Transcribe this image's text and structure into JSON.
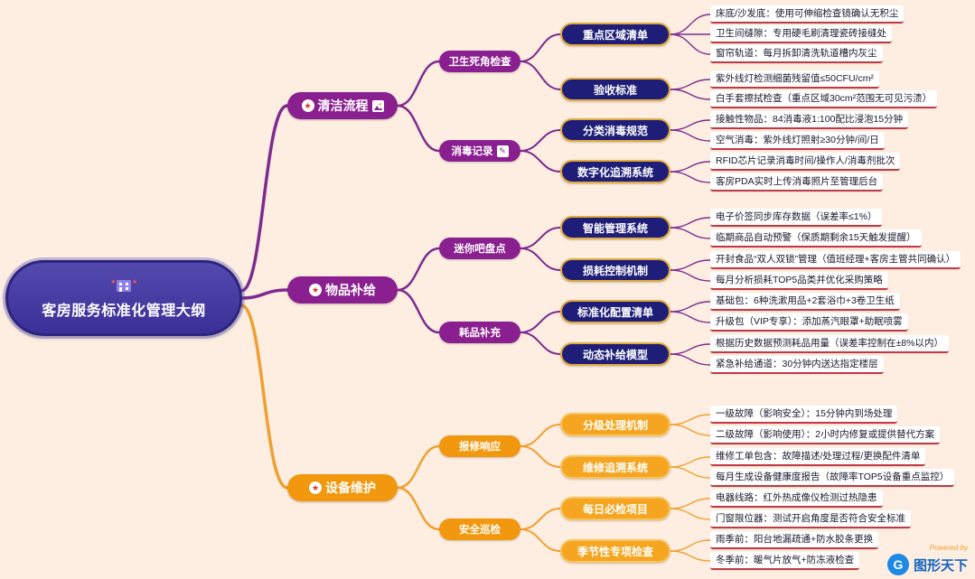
{
  "root": {
    "title": "客房服务标准化管理大纲"
  },
  "branches": [
    {
      "label": "清洁流程",
      "children": [
        {
          "label": "卫生死角检查",
          "children": [
            {
              "label": "重点区域清单",
              "leaves": [
                "床底/沙发底：使用可伸缩检查镜确认无积尘",
                "卫生间缝隙：专用硬毛刷清理瓷砖接缝处",
                "窗帘轨道：每月拆卸清洗轨道槽内灰尘"
              ]
            },
            {
              "label": "验收标准",
              "leaves": [
                "紫外线灯检测细菌残留值≤50CFU/cm²",
                "白手套擦拭检查（重点区域30cm²范围无可见污渍）"
              ]
            }
          ]
        },
        {
          "label": "消毒记录",
          "children": [
            {
              "label": "分类消毒规范",
              "leaves": [
                "接触性物品：84消毒液1:100配比浸泡15分钟",
                "空气消毒：紫外线灯照射≥30分钟/间/日"
              ]
            },
            {
              "label": "数字化追溯系统",
              "leaves": [
                "RFID芯片记录消毒时间/操作人/消毒剂批次",
                "客房PDA实时上传消毒照片至管理后台"
              ]
            }
          ]
        }
      ]
    },
    {
      "label": "物品补给",
      "children": [
        {
          "label": "迷你吧盘点",
          "children": [
            {
              "label": "智能管理系统",
              "leaves": [
                "电子价签同步库存数据（误差率≤1%）",
                "临期商品自动预警（保质期剩余15天触发提醒）"
              ]
            },
            {
              "label": "损耗控制机制",
              "leaves": [
                "开封食品“双人双锁”管理（值班经理+客房主管共同确认）",
                "每月分析损耗TOP5品类并优化采购策略"
              ]
            }
          ]
        },
        {
          "label": "耗品补充",
          "children": [
            {
              "label": "标准化配置清单",
              "leaves": [
                "基础包：6种洗漱用品+2套浴巾+3卷卫生纸",
                "升级包（VIP专享）：添加蒸汽眼罩+助眠喷雾"
              ]
            },
            {
              "label": "动态补给模型",
              "leaves": [
                "根据历史数据预测耗品用量（误差率控制在±8%以内）",
                "紧急补给通道：30分钟内送达指定楼层"
              ]
            }
          ]
        }
      ]
    },
    {
      "label": "设备维护",
      "children": [
        {
          "label": "报修响应",
          "children": [
            {
              "label": "分级处理机制",
              "leaves": [
                "一级故障（影响安全）：15分钟内到场处理",
                "二级故障（影响使用）：2小时内修复或提供替代方案"
              ]
            },
            {
              "label": "维修追溯系统",
              "leaves": [
                "维修工单包含：故障描述/处理过程/更换配件清单",
                "每月生成设备健康度报告（故障率TOP5设备重点监控）"
              ]
            }
          ]
        },
        {
          "label": "安全巡检",
          "children": [
            {
              "label": "每日必检项目",
              "leaves": [
                "电器线路：红外热成像仪检测过热隐患",
                "门窗限位器：测试开启角度是否符合安全标准"
              ]
            },
            {
              "label": "季节性专项检查",
              "leaves": [
                "雨季前：阳台地漏疏通+防水胶条更换",
                "冬季前：暖气片放气+防冻液检查"
              ]
            }
          ]
        }
      ]
    }
  ],
  "footer": {
    "powered_by": "Powered by",
    "brand": "图形天下"
  },
  "colors": {
    "background": "#fdeee1",
    "purple": "#8a1f8f",
    "navy": "#1e1e78",
    "orange": "#f2980f",
    "gold_border": "#e2a93b",
    "leaf_underline": "#c03a45",
    "root_fill": "#3a2f96"
  }
}
